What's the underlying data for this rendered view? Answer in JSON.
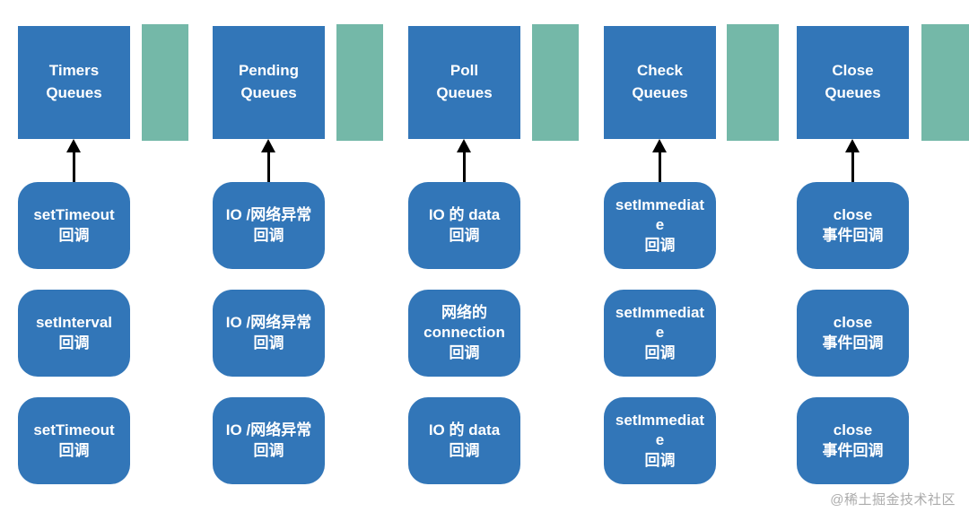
{
  "diagram": {
    "description_labels": {
      "watermark": "@稀土掘金技术社区"
    },
    "colors": {
      "queue_blue": "#3276B8",
      "bar_green": "#74B8A8",
      "arrow_black": "#000000",
      "watermark_gray": "#ABABAB"
    },
    "columns": [
      {
        "header": "Timers\nQueues",
        "boxes": [
          "setTimeout\n回调",
          "setInterval\n回调",
          "setTimeout\n回调"
        ]
      },
      {
        "header": "Pending\nQueues",
        "boxes": [
          "IO /网络异常\n回调",
          "IO /网络异常\n回调",
          "IO /网络异常\n回调"
        ]
      },
      {
        "header": "Poll\nQueues",
        "boxes": [
          "IO 的 data\n回调",
          "网络的\nconnection\n回调",
          "IO 的 data\n回调"
        ]
      },
      {
        "header": "Check\nQueues",
        "boxes": [
          "setImmediat\ne\n回调",
          "setImmediat\ne\n回调",
          "setImmediat\ne\n回调"
        ]
      },
      {
        "header": "Close\nQueues",
        "boxes": [
          "close\n事件回调",
          "close\n事件回调",
          "close\n事件回调"
        ]
      }
    ]
  }
}
